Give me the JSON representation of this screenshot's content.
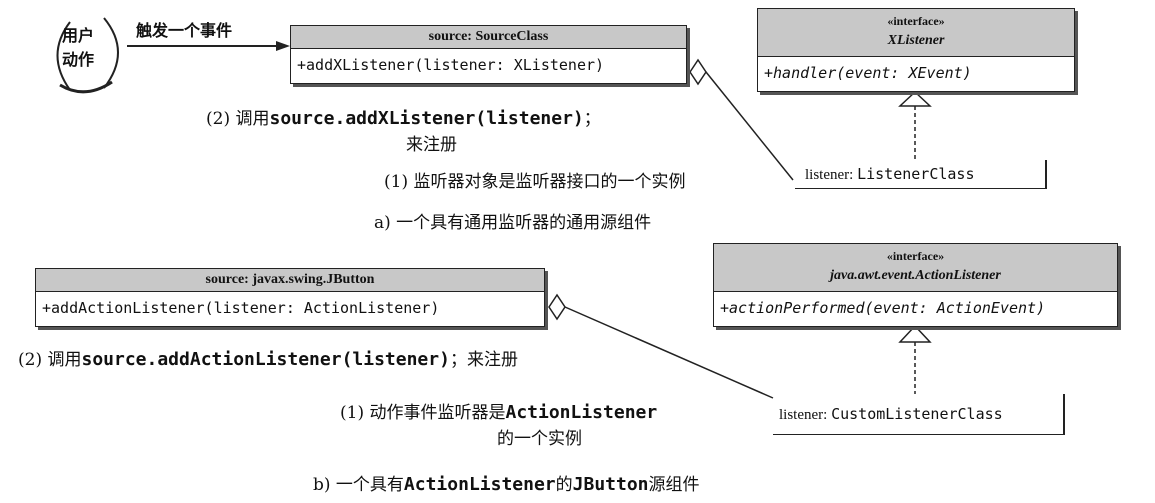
{
  "part_a": {
    "actor_line1": "用户",
    "actor_line2": "动作",
    "trigger_label": "触发一个事件",
    "source_header": "source: SourceClass",
    "source_method": "+addXListener(listener: XListener)",
    "interface_stereotype": "«interface»",
    "interface_name": "XListener",
    "interface_method": "+handler(event: XEvent)",
    "step2_prefix": "(2) 调用",
    "step2_code": "source.addXListener(listener)",
    "step2_suffix": "；",
    "step2_line2": "来注册",
    "step1_text": "(1) 监听器对象是监听器接口的一个实例",
    "listener_prefix": "listener: ",
    "listener_class": "ListenerClass",
    "caption": "a) 一个具有通用监听器的通用源组件"
  },
  "part_b": {
    "source_header": "source: javax.swing.JButton",
    "source_method": "+addActionListener(listener: ActionListener)",
    "interface_stereotype": "«interface»",
    "interface_name": "java.awt.event.ActionListener",
    "interface_method": "+actionPerformed(event: ActionEvent)",
    "step2_prefix": "(2) 调用",
    "step2_code": "source.addActionListener(listener)",
    "step2_suffix": "；来注册",
    "step1_prefix": "(1) 动作事件监听器是",
    "step1_code": "ActionListener",
    "step1_line2": "的一个实例",
    "listener_prefix": "listener: ",
    "listener_class": "CustomListenerClass",
    "caption_prefix": "b) 一个具有",
    "caption_code1": "ActionListener",
    "caption_mid": "的",
    "caption_code2": "JButton",
    "caption_suffix": "源组件"
  }
}
